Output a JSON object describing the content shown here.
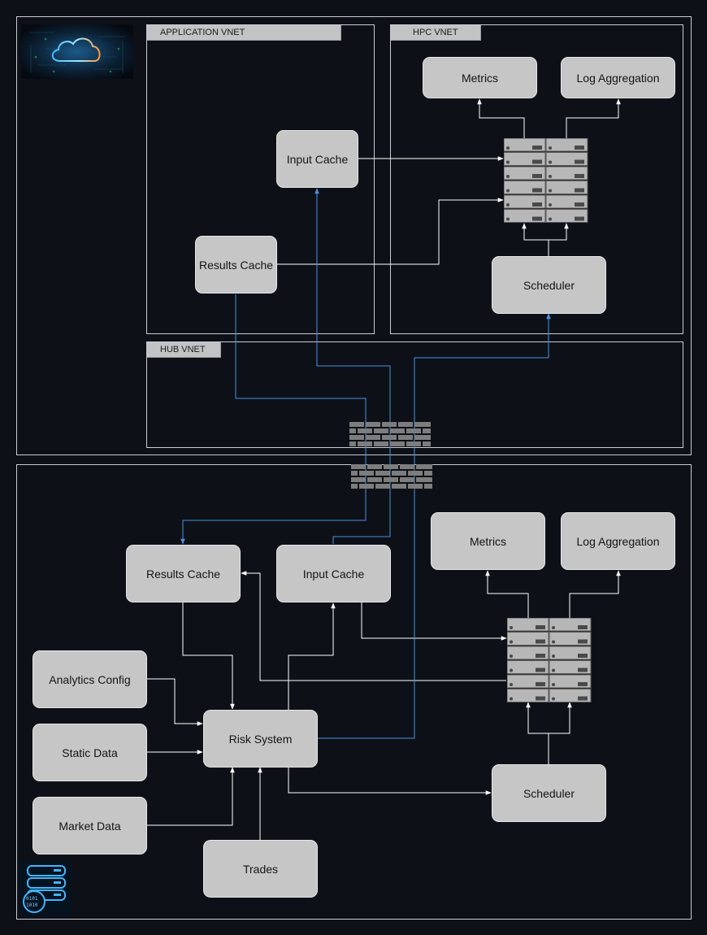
{
  "colors": {
    "background": "#0d1117",
    "node_fill": "#c6c6c6",
    "wire_internal": "#ffffff",
    "wire_cross_network": "#4a90e2",
    "vnet_label": "#c2c3c5"
  },
  "cloud": {
    "icon": "cloud-icon",
    "vnets": {
      "application": "APPLICATION VNET",
      "hpc": "HPC VNET",
      "hub": "HUB VNET"
    },
    "nodes": {
      "metrics": "Metrics",
      "log_aggregation": "Log Aggregation",
      "input_cache": "Input Cache",
      "results_cache": "Results Cache",
      "scheduler": "Scheduler",
      "compute_cluster": "server-cluster-icon"
    }
  },
  "firewall": {
    "icon": "firewall-icon"
  },
  "on_premises": {
    "icon": "datacenter-server-icon",
    "nodes": {
      "metrics": "Metrics",
      "log_aggregation": "Log Aggregation",
      "results_cache": "Results Cache",
      "input_cache": "Input Cache",
      "analytics_config": "Analytics Config",
      "static_data": "Static Data",
      "market_data": "Market Data",
      "risk_system": "Risk System",
      "trades": "Trades",
      "scheduler": "Scheduler",
      "compute_cluster": "server-cluster-icon"
    }
  }
}
